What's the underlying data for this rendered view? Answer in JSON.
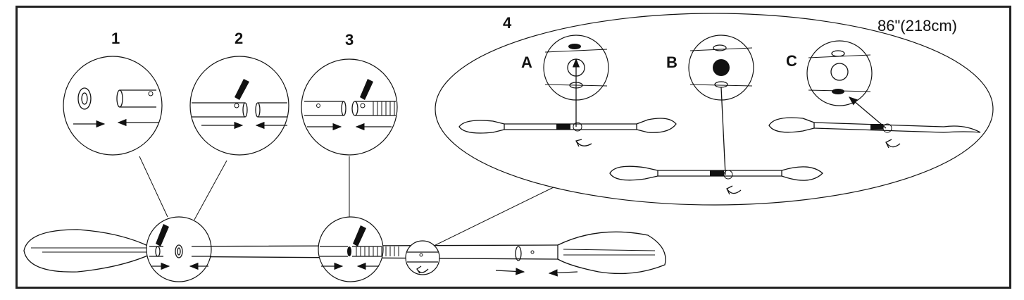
{
  "labels": {
    "step1": "1",
    "step2": "2",
    "step3": "3",
    "step4": "4",
    "optionA": "A",
    "optionB": "B",
    "optionC": "C",
    "length": "86\"(218cm)"
  },
  "colors": {
    "ink": "#111111",
    "background": "#ffffff"
  }
}
